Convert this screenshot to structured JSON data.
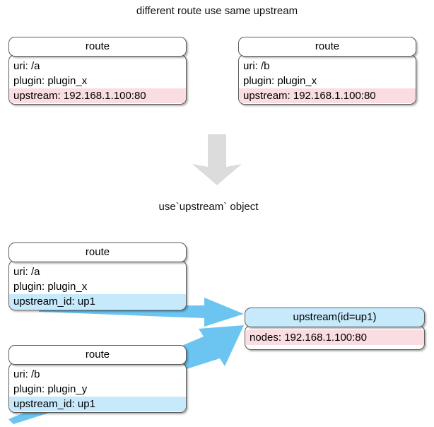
{
  "diagram": {
    "title_top": "different route use same upstream",
    "title_middle": "use`upstream` object",
    "colors": {
      "pink_highlight": "#fadde2",
      "blue_highlight": "#c6e9fb",
      "arrow_blue": "#6cc5f0",
      "arrow_gray": "#dcdcdc",
      "border": "#5c5c5c",
      "background": "#ffffff"
    },
    "top_section": {
      "route_a": {
        "header": "route",
        "rows": [
          {
            "text": "uri: /a",
            "highlight": "none"
          },
          {
            "text": "plugin: plugin_x",
            "highlight": "none"
          },
          {
            "text": "upstream: 192.168.1.100:80",
            "highlight": "pink"
          }
        ]
      },
      "route_b": {
        "header": "route",
        "rows": [
          {
            "text": "uri: /b",
            "highlight": "none"
          },
          {
            "text": "plugin: plugin_x",
            "highlight": "none"
          },
          {
            "text": "upstream: 192.168.1.100:80",
            "highlight": "pink"
          }
        ]
      }
    },
    "bottom_section": {
      "route_a": {
        "header": "route",
        "rows": [
          {
            "text": "uri: /a",
            "highlight": "none"
          },
          {
            "text": "plugin: plugin_x",
            "highlight": "none"
          },
          {
            "text": "upstream_id: up1",
            "highlight": "blue"
          }
        ]
      },
      "route_b": {
        "header": "route",
        "rows": [
          {
            "text": "uri: /b",
            "highlight": "none"
          },
          {
            "text": "plugin: plugin_y",
            "highlight": "none"
          },
          {
            "text": "upstream_id: up1",
            "highlight": "blue"
          }
        ]
      },
      "upstream": {
        "header": "upstream(id=up1)",
        "rows": [
          {
            "text": "nodes: 192.168.1.100:80",
            "highlight": "pink"
          }
        ]
      }
    },
    "icons": {
      "transition_arrow": "arrow-down-icon",
      "link_arrow": "arrow-right-icon"
    }
  }
}
